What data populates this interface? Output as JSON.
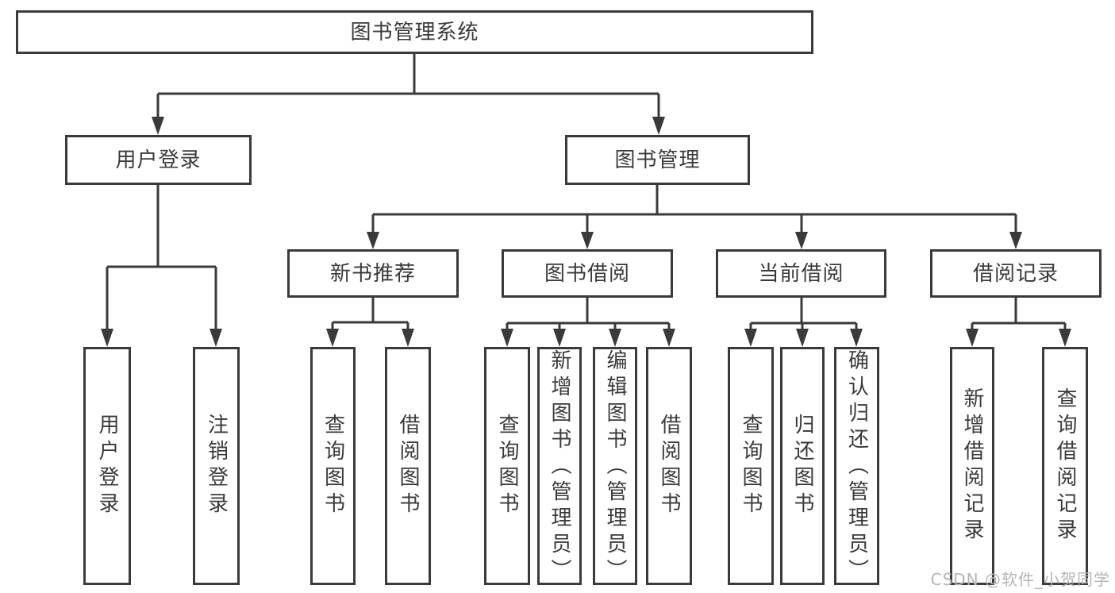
{
  "tree": {
    "root": {
      "label": "图书管理系统",
      "children": [
        {
          "label": "用户登录",
          "children": [
            {
              "label": "用户登录"
            },
            {
              "label": "注销登录"
            }
          ]
        },
        {
          "label": "图书管理",
          "children": [
            {
              "label": "新书推荐",
              "children": [
                {
                  "label": "查询图书"
                },
                {
                  "label": "借阅图书"
                }
              ]
            },
            {
              "label": "图书借阅",
              "children": [
                {
                  "label": "查询图书"
                },
                {
                  "label": "新增图书（管理员）"
                },
                {
                  "label": "编辑图书（管理员）"
                },
                {
                  "label": "借阅图书"
                }
              ]
            },
            {
              "label": "当前借阅",
              "children": [
                {
                  "label": "查询图书"
                },
                {
                  "label": "归还图书"
                },
                {
                  "label": "确认归还（管理员）"
                }
              ]
            },
            {
              "label": "借阅记录",
              "children": [
                {
                  "label": "新增借阅记录"
                },
                {
                  "label": "查询借阅记录"
                }
              ]
            }
          ]
        }
      ]
    }
  },
  "watermark": {
    "text": "CSDN @软件_小贺同学"
  },
  "colors": {
    "line": "#3a3a3a",
    "text": "#3a3a3a",
    "watermark": "#b4b4b4",
    "background": "#ffffff"
  }
}
